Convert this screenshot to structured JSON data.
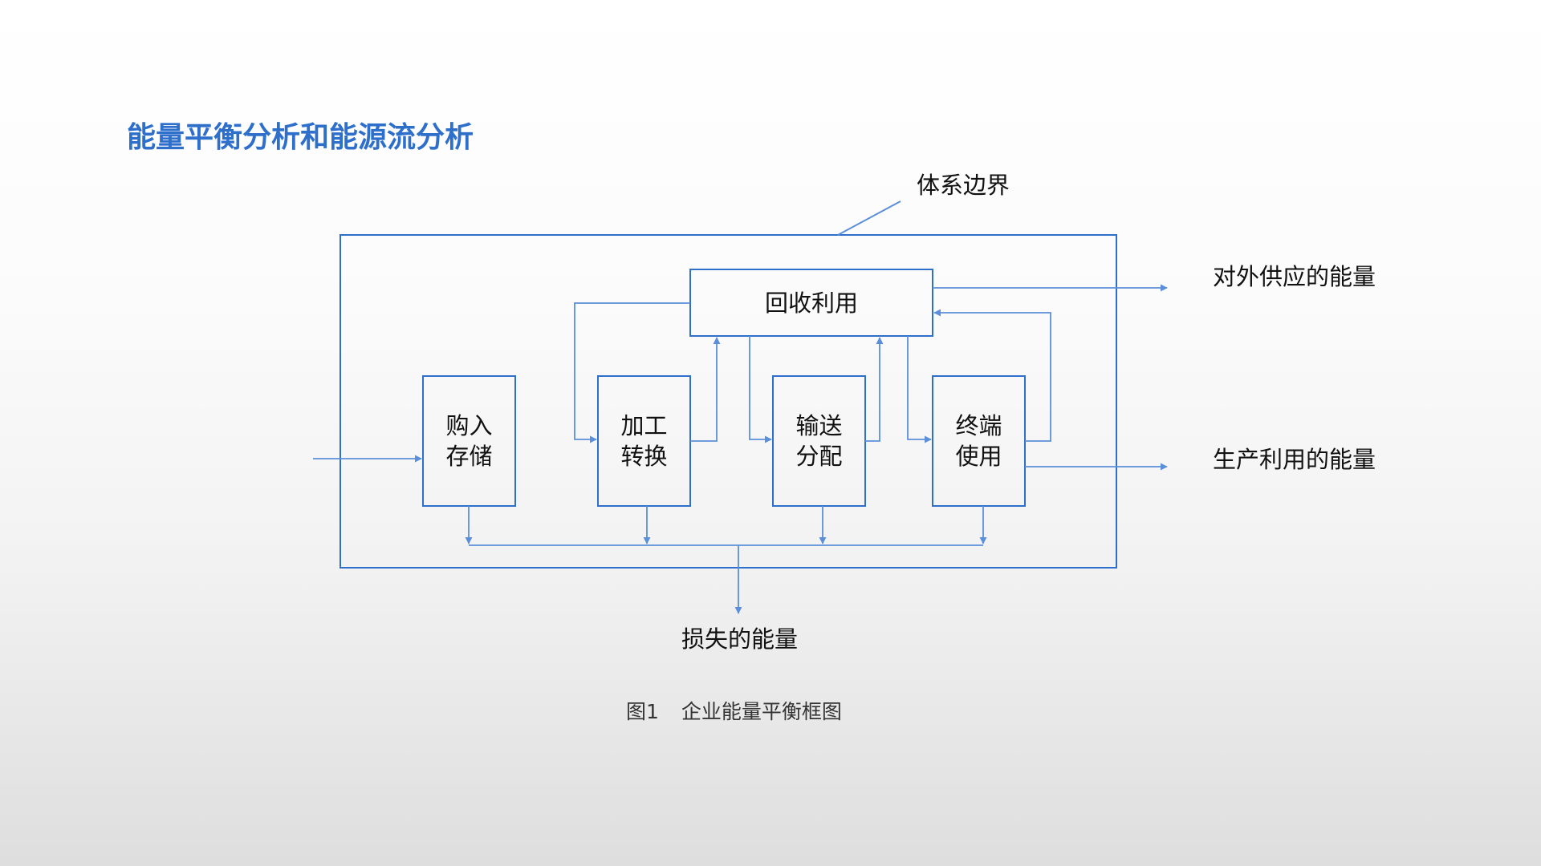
{
  "title": "能量平衡分析和能源流分析",
  "colors": {
    "title": "#2e6fcb",
    "box_border": "#2e6fcb",
    "arrow": "#5b8fd9",
    "text": "#111111"
  },
  "diagram": {
    "system_boundary_label": "体系边界",
    "nodes": {
      "recycle": "回收利用",
      "purchase_line1": "购入",
      "purchase_line2": "存储",
      "process_line1": "加工",
      "process_line2": "转换",
      "transport_line1": "输送",
      "transport_line2": "分配",
      "enduse_line1": "终端",
      "enduse_line2": "使用"
    },
    "outputs": {
      "external_supply": "对外供应的能量",
      "production_use": "生产利用的能量",
      "loss": "损失的能量"
    },
    "caption_number": "图1",
    "caption_text": "企业能量平衡框图"
  }
}
